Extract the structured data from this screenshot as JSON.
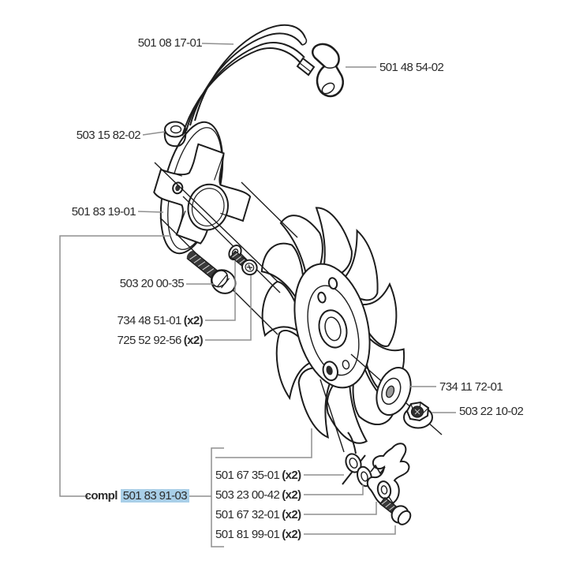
{
  "diagram_type": "exploded-parts-diagram",
  "colors": {
    "background": "#ffffff",
    "artwork_line": "#1d1d1d",
    "leader_line": "#8f8f8f",
    "text": "#2b2b2b",
    "highlight": "#a9cfe8"
  },
  "parts": [
    {
      "num": "501 08 17-01",
      "qty": ""
    },
    {
      "num": "501 48 54-02",
      "qty": ""
    },
    {
      "num": "503 15 82-02",
      "qty": ""
    },
    {
      "num": "501 83 19-01",
      "qty": ""
    },
    {
      "num": "503 20 00-35",
      "qty": ""
    },
    {
      "num": "734 48 51-01",
      "qty": "(x2)"
    },
    {
      "num": "725 52 92-56",
      "qty": "(x2)"
    },
    {
      "num": "734 11 72-01",
      "qty": ""
    },
    {
      "num": "503 22 10-02",
      "qty": ""
    },
    {
      "num": "501 67 35-01",
      "qty": "(x2)"
    },
    {
      "num": "503 23 00-42",
      "qty": "(x2)"
    },
    {
      "num": "501 67 32-01",
      "qty": "(x2)"
    },
    {
      "num": "501 81 99-01",
      "qty": "(x2)"
    }
  ],
  "assembly_label": {
    "prefix": "compl",
    "num": "501 83 91-03"
  }
}
